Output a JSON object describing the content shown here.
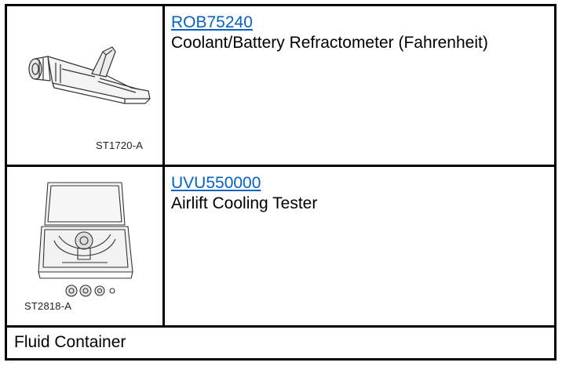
{
  "rows": [
    {
      "part_number": "ROB75240",
      "description": "Coolant/Battery Refractometer (Fahrenheit)",
      "figure_code": "ST1720-A",
      "icon": "refractometer-illustration"
    },
    {
      "part_number": "UVU550000",
      "description": "Airlift Cooling Tester",
      "figure_code": "ST2818-A",
      "icon": "cooling-tester-kit-illustration"
    }
  ],
  "footer_row": {
    "label": "Fluid Container"
  },
  "colors": {
    "link": "#0563c1",
    "border": "#000000"
  }
}
